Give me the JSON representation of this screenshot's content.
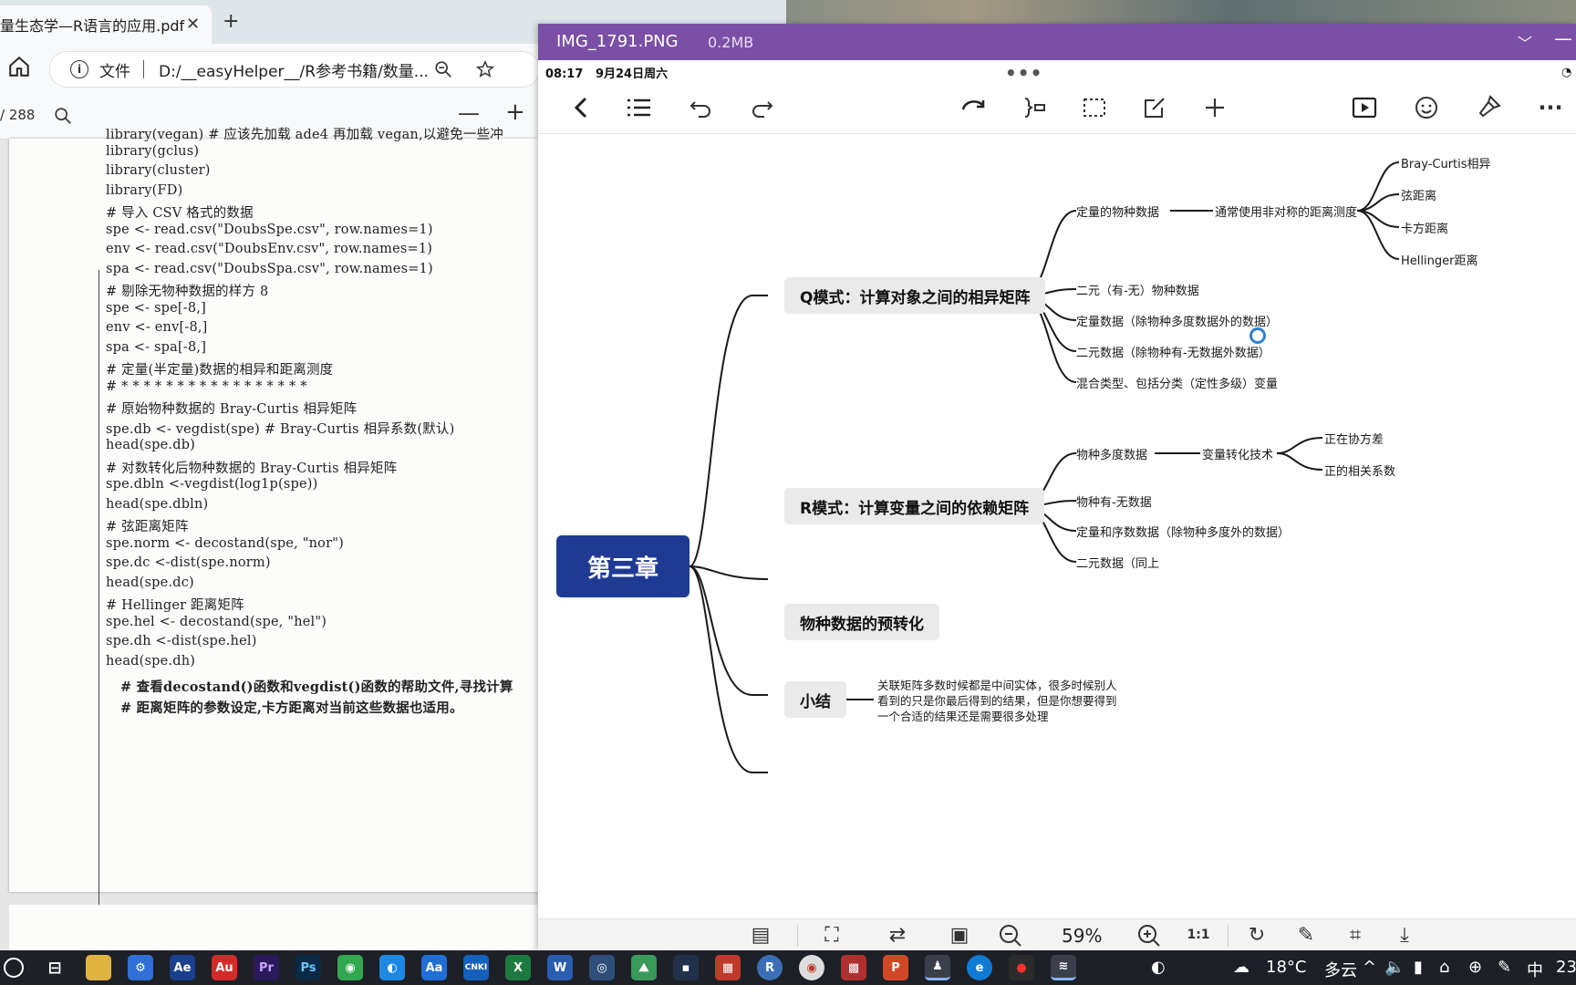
{
  "pdf_browser": {
    "tab_title": "量生态学—R语言的应用.pdf",
    "address_label": "文件",
    "address_url": "D:/__easyHelper__/R参考书籍/数量...",
    "page_count": "/ 288",
    "code_lines": [
      "library(vegan)  # 应该先加载 ade4 再加载 vegan,以避免一些冲",
      "library(gclus)",
      "library(cluster)",
      "library(FD)",
      "# 导入 CSV 格式的数据",
      "spe <- read.csv(\"DoubsSpe.csv\", row.names=1)",
      "env <- read.csv(\"DoubsEnv.csv\", row.names=1)",
      "spa <- read.csv(\"DoubsSpa.csv\", row.names=1)",
      "# 剔除无物种数据的样方 8",
      "spe <- spe[-8,]",
      "env <- env[-8,]",
      "spa <- spa[-8,]",
      "# 定量(半定量)数据的相异和距离测度",
      "# * * * * * * * * * * * * * * * * *",
      "# 原始物种数据的 Bray-Curtis 相异矩阵",
      "spe.db <- vegdist(spe)  # Bray-Curtis 相异系数(默认)",
      "head(spe.db)",
      "# 对数转化后物种数据的 Bray-Curtis 相异矩阵",
      "spe.dbln <-vegdist(log1p(spe))",
      "head(spe.dbln)",
      "# 弦距离矩阵",
      "spe.norm <- decostand(spe, \"nor\")",
      "spe.dc <-dist(spe.norm)",
      "head(spe.dc)",
      "# Hellinger 距离矩阵",
      "spe.hel <- decostand(spe, \"hel\")",
      "spe.dh <-dist(spe.hel)",
      "head(spe.dh)"
    ],
    "code_comments_bold": [
      "# 查看decostand()函数和vegdist()函数的帮助文件,寻找计算",
      "# 距离矩阵的参数设定,卡方距离对当前这些数据也适用。"
    ]
  },
  "viewer": {
    "file_name": "IMG_1791.PNG",
    "file_size": "0.2MB",
    "status_time": "08:17",
    "status_date": "9月24日周六",
    "zoom": "59%"
  },
  "mindmap": {
    "root": "第三章",
    "q_mode": {
      "label": "Q模式：计算对象之间的相异矩阵",
      "children": [
        "定量的物种数据",
        "二元（有-无）物种数据",
        "定量数据（除物种多度数据外的数据）",
        "二元数据（除物种有-无数据外数据）",
        "混合类型、包括分类（定性多级）变量"
      ],
      "sub": "通常使用非对称的距离测度",
      "leaves": [
        "Bray-Curtis相异",
        "弦距离",
        "卡方距离",
        "Hellinger距离"
      ]
    },
    "r_mode": {
      "label": "R模式：计算变量之间的依赖矩阵",
      "children": [
        "物种多度数据",
        "物种有-无数据",
        "定量和序数数据（除物种多度外的数据）",
        "二元数据（同上"
      ],
      "sub": "变量转化技术",
      "leaves": [
        "正在协方差",
        "正的相关系数"
      ]
    },
    "pretransform": "物种数据的预转化",
    "summary": {
      "label": "小结",
      "text": [
        "关联矩阵多数时候都是中间实体，很多时候别人",
        "看到的只是你最后得到的结果，但是你想要得到",
        "一个合适的结果还是需要很多处理"
      ]
    }
  },
  "taskbar": {
    "weather_temp": "18°C",
    "weather_text": "多云",
    "ime": "中",
    "clock_partial": "23"
  }
}
